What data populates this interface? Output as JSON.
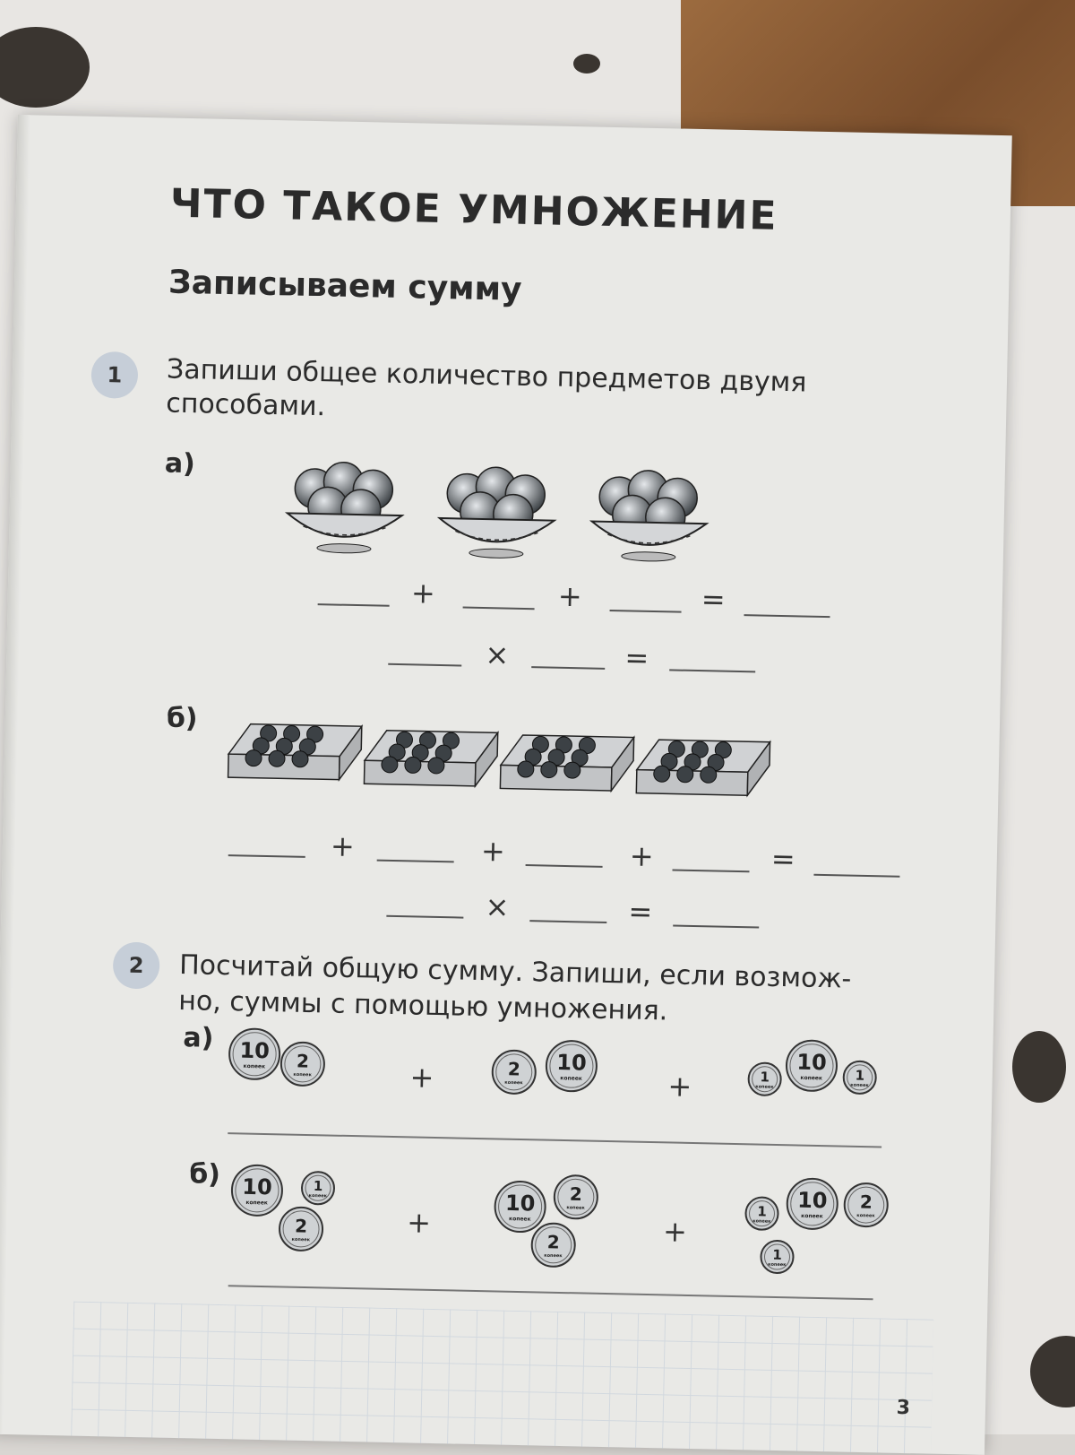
{
  "page": {
    "title": "ЧТО ТАКОЕ УМНОЖЕНИЕ",
    "subtitle": "Записываем сумму",
    "page_number": "3"
  },
  "task1": {
    "number": "1",
    "text": "Запиши общее количество предметов двумя способами.",
    "part_a": {
      "label": "а)",
      "items": "apple-bowls",
      "count": 3,
      "plus": "+",
      "equals": "=",
      "times": "×"
    },
    "part_b": {
      "label": "б)",
      "items": "candy-boxes",
      "count": 4,
      "plus": "+",
      "equals": "=",
      "times": "×"
    }
  },
  "task2": {
    "number": "2",
    "text_line1": "Посчитай общую сумму. Запиши, если возмож-",
    "text_line2": "но, суммы с помощью умножения.",
    "part_a": {
      "label": "а)",
      "plus": "+",
      "coins": [
        [
          "10",
          "2"
        ],
        [
          "2",
          "10"
        ],
        [
          "1",
          "10",
          "1"
        ]
      ]
    },
    "part_b": {
      "label": "б)",
      "plus": "+",
      "coins": [
        [
          "10",
          "1",
          "2"
        ],
        [
          "10",
          "2",
          "2"
        ],
        [
          "1",
          "10",
          "2",
          "1"
        ]
      ]
    }
  },
  "coin_mint_text": "копеек"
}
